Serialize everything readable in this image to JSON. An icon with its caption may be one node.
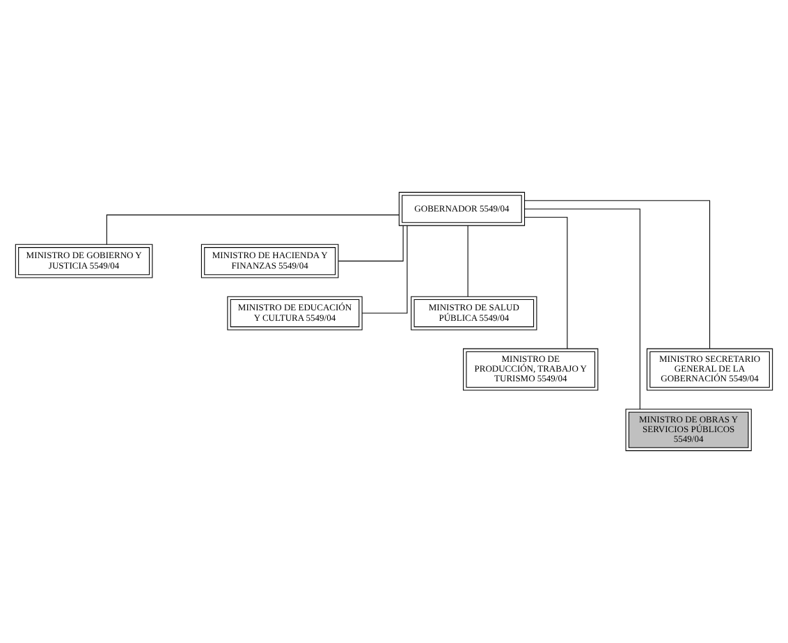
{
  "diagram": {
    "nodes": [
      {
        "text": [
          "GOBERNADOR 5549/04"
        ]
      },
      {
        "text": [
          "MINISTRO DE GOBIERNO Y JUSTICIA 5549/04"
        ]
      },
      {
        "text": [
          "MINISTRO DE HACIENDA Y FINANZAS 5549/04"
        ]
      },
      {
        "text": [
          "MINISTRO DE EDUCACIÓN Y CULTURA 5549/04"
        ]
      },
      {
        "text": [
          "MINISTRO DE SALUD PÚBLICA 5549/04"
        ]
      },
      {
        "text": [
          "MINISTRO DE PRODUCCIÓN, TRABAJO Y TURISMO 5549/04"
        ]
      },
      {
        "text": [
          "MINISTRO SECRETARIO GENERAL DE LA GOBERNACIÓN 5549/04"
        ]
      },
      {
        "text": [
          "MINISTRO DE OBRAS Y SERVICIOS PÚBLICOS 5549/04"
        ]
      }
    ],
    "edges": [
      {
        "from": 0,
        "to": 1,
        "arrow": "none"
      },
      {
        "from": 0,
        "to": 2,
        "arrow": "none"
      },
      {
        "from": 0,
        "to": 3,
        "arrow": "none"
      },
      {
        "from": 0,
        "to": 4,
        "arrow": "none"
      },
      {
        "from": 0,
        "to": 5,
        "arrow": "none"
      },
      {
        "from": 0,
        "to": 6,
        "arrow": "none"
      },
      {
        "from": 0,
        "to": 7,
        "arrow": "none"
      }
    ]
  }
}
